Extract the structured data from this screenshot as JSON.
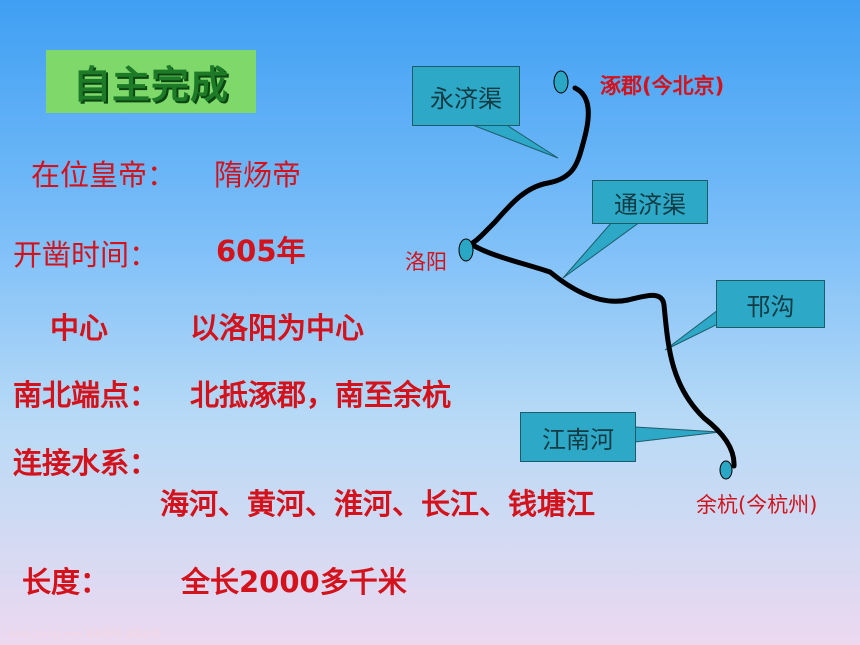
{
  "slide": {
    "title": "自主完成",
    "facts": [
      {
        "label": "在位皇帝：",
        "value": "隋炀帝"
      },
      {
        "label": "开凿时间：",
        "value": "605年"
      },
      {
        "label": "中心",
        "value": "以洛阳为中心"
      },
      {
        "label": "南北端点：",
        "value": "北抵涿郡，南至余杭"
      },
      {
        "label": "连接水系：",
        "value": "海河、黄河、淮河、长江、钱塘江"
      },
      {
        "label": "长度：",
        "value": "全长2000多千米"
      }
    ]
  },
  "map": {
    "callouts": {
      "yongji": "永济渠",
      "tongji": "通济渠",
      "hangou": "邗沟",
      "jiangnan": "江南河"
    },
    "cities": {
      "zhuojun": "涿郡(今北京)",
      "luoyang": "洛阳",
      "yuhang": "余杭(今杭州)"
    },
    "colors": {
      "callout_fill": "#2ea8c7",
      "canal_line": "#000000",
      "city_marker": "#2aa7c4",
      "text_red": "#d4121b",
      "title_green": "#7fd86a"
    }
  },
  "footer": {
    "watermark": "www.21cnjy.com 版权所有 盗版必究"
  }
}
